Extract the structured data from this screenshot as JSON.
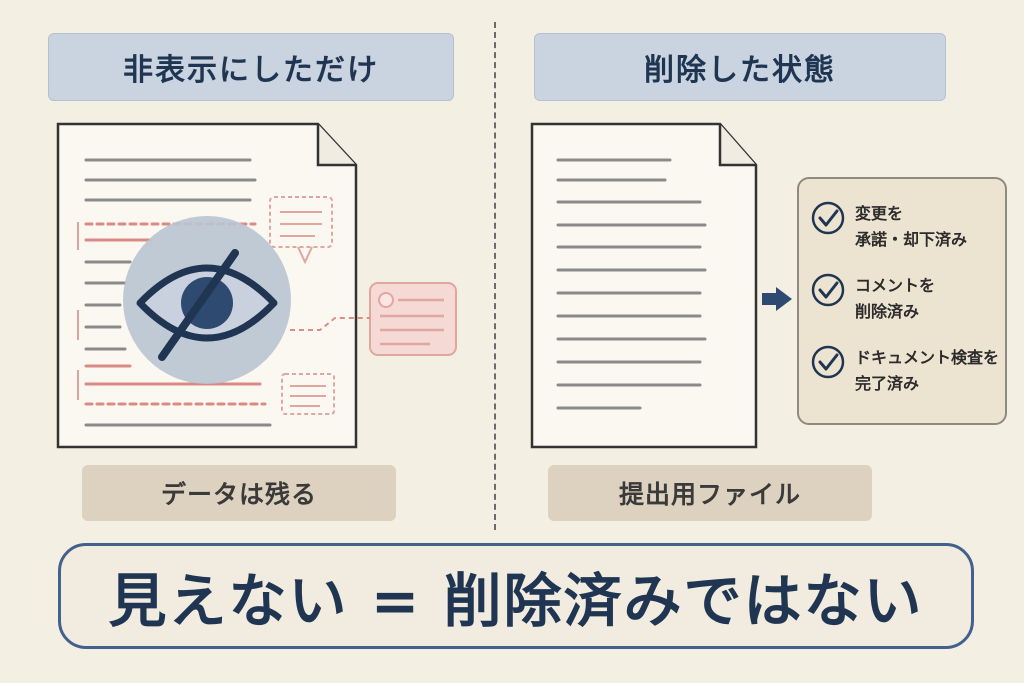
{
  "left_panel": {
    "title": "非表示にしただけ",
    "label": "データは残る"
  },
  "right_panel": {
    "title": "削除した状態",
    "label": "提出用ファイル"
  },
  "checklist": {
    "items": [
      "変更を\n承諾・却下済み",
      "コメントを\n削除済み",
      "ドキュメント検査を\n完了済み"
    ]
  },
  "banner": {
    "text": "見えない = 削除済みではない"
  }
}
